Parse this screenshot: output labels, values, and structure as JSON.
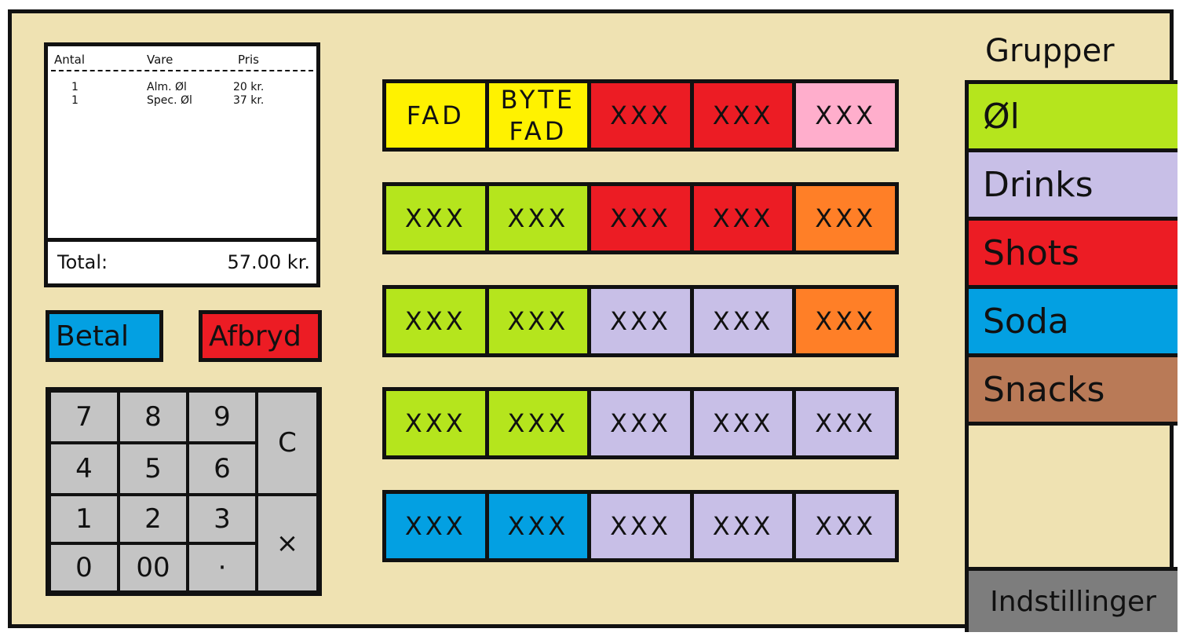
{
  "receipt": {
    "headers": {
      "qty": "Antal",
      "item": "Vare",
      "price": "Pris"
    },
    "lines": [
      {
        "qty": "1",
        "item": "Alm. Øl",
        "price": "20 kr."
      },
      {
        "qty": "1",
        "item": "Spec. Øl",
        "price": "37 kr."
      }
    ],
    "total_label": "Total:",
    "total_value": "57.00 kr."
  },
  "actions": {
    "pay": {
      "label": "Betal",
      "color": "#03a0e2"
    },
    "cancel": {
      "label": "Afbryd",
      "color": "#ec1c24"
    }
  },
  "keypad": {
    "k7": "7",
    "k8": "8",
    "k9": "9",
    "clear": "C",
    "k4": "4",
    "k5": "5",
    "k6": "6",
    "k1": "1",
    "k2": "2",
    "k3": "3",
    "multiply": "×",
    "k0": "0",
    "k00": "00",
    "dot": "·"
  },
  "products": [
    [
      {
        "label": "FAD",
        "color": "#fff200"
      },
      {
        "label": "BYTE\nFAD",
        "color": "#fff200"
      },
      {
        "label": "XXX",
        "color": "#ec1c24"
      },
      {
        "label": "XXX",
        "color": "#ec1c24"
      },
      {
        "label": "XXX",
        "color": "#ffaecc"
      }
    ],
    [
      {
        "label": "XXX",
        "color": "#b5e51d"
      },
      {
        "label": "XXX",
        "color": "#b5e51d"
      },
      {
        "label": "XXX",
        "color": "#ec1c24"
      },
      {
        "label": "XXX",
        "color": "#ec1c24"
      },
      {
        "label": "XXX",
        "color": "#ff7f27"
      }
    ],
    [
      {
        "label": "XXX",
        "color": "#b5e51d"
      },
      {
        "label": "XXX",
        "color": "#b5e51d"
      },
      {
        "label": "XXX",
        "color": "#c8bfe7"
      },
      {
        "label": "XXX",
        "color": "#c8bfe7"
      },
      {
        "label": "XXX",
        "color": "#ff7f27"
      }
    ],
    [
      {
        "label": "XXX",
        "color": "#b5e51d"
      },
      {
        "label": "XXX",
        "color": "#b5e51d"
      },
      {
        "label": "XXX",
        "color": "#c8bfe7"
      },
      {
        "label": "XXX",
        "color": "#c8bfe7"
      },
      {
        "label": "XXX",
        "color": "#c8bfe7"
      }
    ],
    [
      {
        "label": "XXX",
        "color": "#03a0e2"
      },
      {
        "label": "XXX",
        "color": "#03a0e2"
      },
      {
        "label": "XXX",
        "color": "#c8bfe7"
      },
      {
        "label": "XXX",
        "color": "#c8bfe7"
      },
      {
        "label": "XXX",
        "color": "#c8bfe7"
      }
    ]
  ],
  "groups": {
    "title": "Grupper",
    "items": [
      {
        "label": "Øl",
        "color": "#b5e51d"
      },
      {
        "label": "Drinks",
        "color": "#c8bfe7"
      },
      {
        "label": "Shots",
        "color": "#ec1c24"
      },
      {
        "label": "Soda",
        "color": "#03a0e2"
      },
      {
        "label": "Snacks",
        "color": "#b97a57"
      }
    ],
    "settings_label": "Indstillinger"
  }
}
